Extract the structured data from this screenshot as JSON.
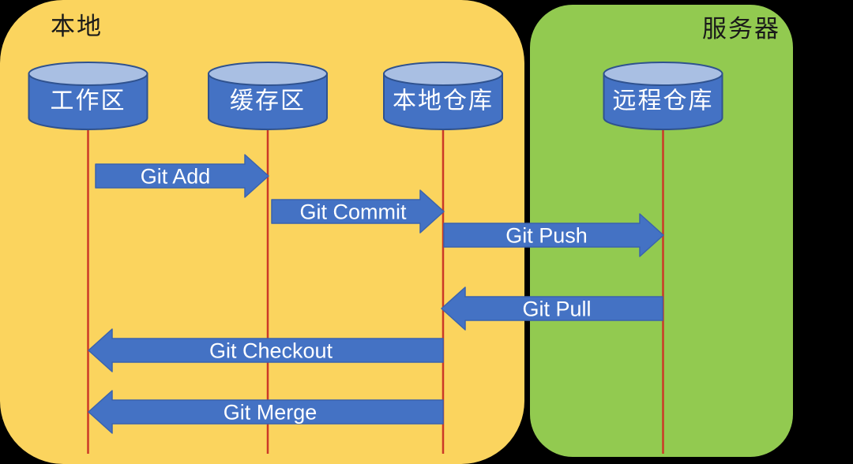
{
  "diagram": {
    "kind": "git-workflow-sequence-diagram",
    "regions": {
      "local": {
        "title": "本地"
      },
      "server": {
        "title": "服务器"
      }
    },
    "nodes": [
      {
        "id": "working-area",
        "label": "工作区",
        "region": "local"
      },
      {
        "id": "staging-area",
        "label": "缓存区",
        "region": "local"
      },
      {
        "id": "local-repo",
        "label": "本地仓库",
        "region": "local"
      },
      {
        "id": "remote-repo",
        "label": "远程仓库",
        "region": "server"
      }
    ],
    "arrows": [
      {
        "label": "Git Add",
        "from": "working-area",
        "to": "staging-area",
        "direction": "right"
      },
      {
        "label": "Git Commit",
        "from": "staging-area",
        "to": "local-repo",
        "direction": "right"
      },
      {
        "label": "Git Push",
        "from": "local-repo",
        "to": "remote-repo",
        "direction": "right"
      },
      {
        "label": "Git Pull",
        "from": "remote-repo",
        "to": "local-repo",
        "direction": "left"
      },
      {
        "label": "Git Checkout",
        "from": "local-repo",
        "to": "working-area",
        "direction": "left"
      },
      {
        "label": "Git Merge",
        "from": "local-repo",
        "to": "working-area",
        "direction": "left"
      }
    ],
    "colors": {
      "background": "#000000",
      "local_bg": "#FBD45E",
      "server_bg": "#92CA50",
      "shape_blue": "#4472C4",
      "cylinder_top": "#A9BFE3",
      "outline_blue": "#2F528F",
      "arrow_outline": "#3A63AE",
      "lifeline_red": "#CB3927",
      "label_text": "#FFFFFF",
      "title_text": "#1A1A1A"
    }
  }
}
